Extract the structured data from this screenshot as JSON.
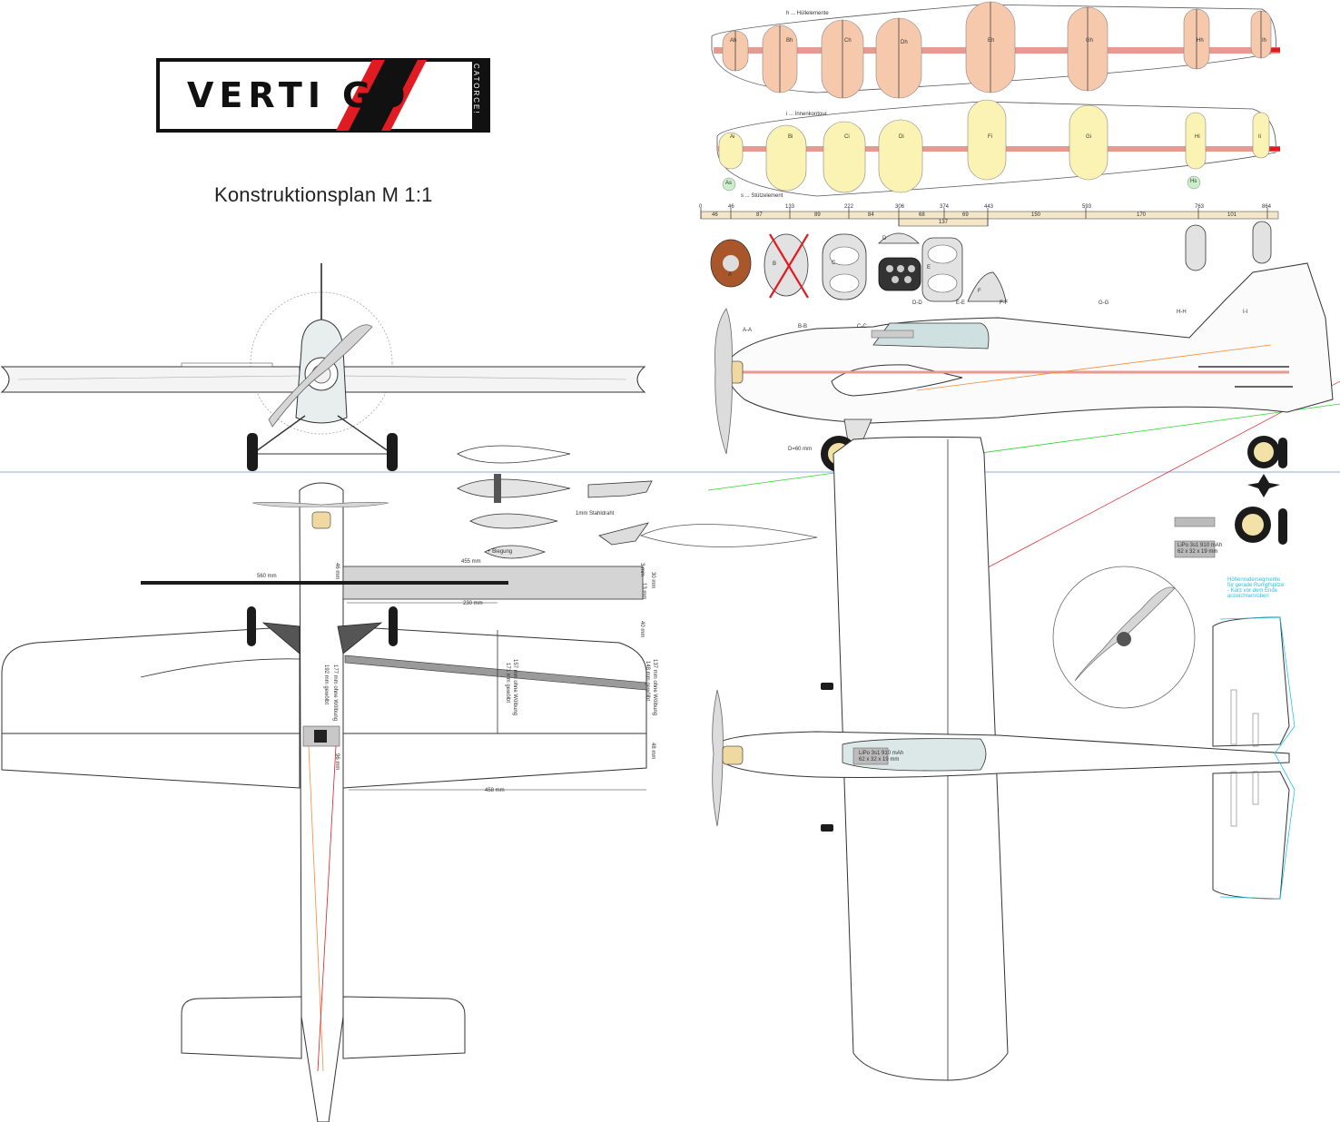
{
  "brand": {
    "logo_left": "VERTI",
    "logo_right": "GO",
    "logo_sub": "CATORCE!",
    "accent_red": "#e11b22",
    "logo_black": "#111111"
  },
  "title": "Konstruktionsplan M 1:1",
  "former_strips": {
    "top_label": "h ... Hüllelemente",
    "mid_label": "i ... Innenkontour",
    "bottom_label": "s ... Stützelement",
    "top_formers": [
      "Ah",
      "Bh",
      "Ch",
      "Dh",
      "Eh",
      "Gh",
      "Hh",
      "Ih"
    ],
    "mid_formers": [
      "Ai",
      "Bi",
      "Ci",
      "Di",
      "Fi",
      "Gi",
      "Hi",
      "Ii"
    ],
    "support_tags": [
      "As",
      "Hs"
    ],
    "top_fill": "#f6c9ad",
    "mid_fill": "#fbf3b3"
  },
  "ruler": {
    "ticks": [
      "0",
      "46",
      "133",
      "222",
      "306",
      "374",
      "443",
      "593",
      "763",
      "864"
    ],
    "segments": [
      "46",
      "87",
      "89",
      "84",
      "68",
      "69",
      "150",
      "170",
      "101"
    ],
    "sub_total": "137"
  },
  "former_parts": [
    "A",
    "B",
    "C",
    "D",
    "E",
    "F"
  ],
  "sections": [
    "A-A",
    "B-B",
    "C-C",
    "D-D",
    "E-E",
    "F-F",
    "G-G",
    "H-H",
    "I-I"
  ],
  "dimensions": {
    "wheel": "D=60 mm",
    "spar": "560 mm",
    "half_span": "455 mm",
    "root_chord_offset": "230 mm",
    "semi_span": "458 mm",
    "flap_width": "48 mm",
    "stab_width": "40 mm",
    "height_a": "30 mm",
    "height_b": "13 mm",
    "thickness": "3 mm",
    "fuselage_w": "46 mm",
    "fuselage_top": "96 mm",
    "wing_a": "157 mm ohne Wölbung",
    "wing_b": "171 mm gewölbt",
    "wing_c": "177 mm ohne Wölbung",
    "wing_d": "192 mm gewölbt",
    "rib_a": "137 mm ohne Wölbung",
    "rib_b": "148 mm gewölbt",
    "steel_wire": "1mm Stahldraht",
    "bending": "+ Biegung"
  },
  "battery": {
    "label": "LiPo 3s1 910 mAh",
    "size": "62 x 32 x 19 mm"
  },
  "notes": {
    "cyan_note_1": "Höhenrudersegmente",
    "cyan_note_2": "für gerade Rumpfspitze",
    "cyan_note_3": "- Kurz vor dem Ende",
    "cyan_note_4": "anzeichnen/oben"
  }
}
